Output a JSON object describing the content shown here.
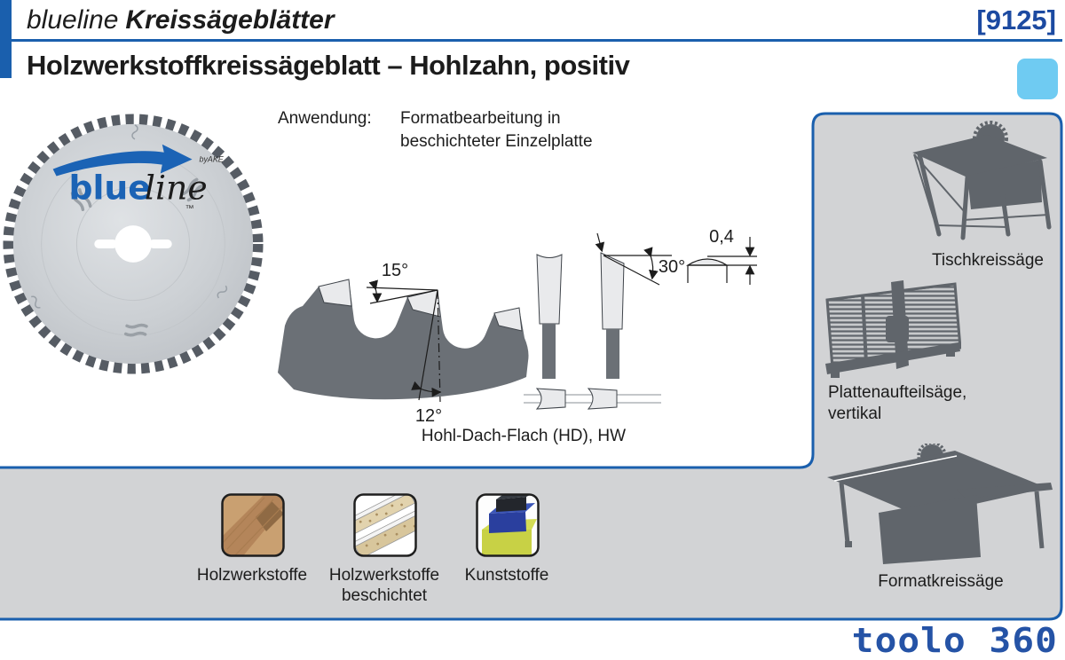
{
  "header": {
    "brand_italic": "blueline",
    "brand_bold": "Kreissägeblätter",
    "code": "[9125]"
  },
  "page_title": "Holzwerkstoffkreissägeblatt – Hohlzahn, positiv",
  "application": {
    "label": "Anwendung:",
    "line1": "Formatbearbeitung in",
    "line2": "beschichteter Einzelplatte"
  },
  "blade_logo": {
    "blue": "blue",
    "line": "line",
    "by": "byAKE",
    "tm": "™"
  },
  "tooth_diagram": {
    "angle_hook": "15°",
    "angle_clearance": "12°",
    "angle_roof": "30°",
    "crown_height": "0,4",
    "caption": "Hohl-Dach-Flach (HD), HW"
  },
  "machines": [
    {
      "label": "Tischkreissäge"
    },
    {
      "label": "Plattenaufteilsäge,",
      "label2": "vertikal"
    },
    {
      "label": "Formatkreissäge"
    }
  ],
  "materials": [
    {
      "label": "Holzwerkstoffe"
    },
    {
      "label": "Holzwerkstoffe",
      "label2": "beschichtet"
    },
    {
      "label": "Kunststoffe"
    }
  ],
  "footer": {
    "brand": "toolo 360"
  },
  "colors": {
    "accent": "#1a5fad",
    "code_blue": "#1c4aa1",
    "tab_blue": "#6fcbf2",
    "panel_gray": "#d2d3d5",
    "silhouette_gray": "#60656b"
  }
}
